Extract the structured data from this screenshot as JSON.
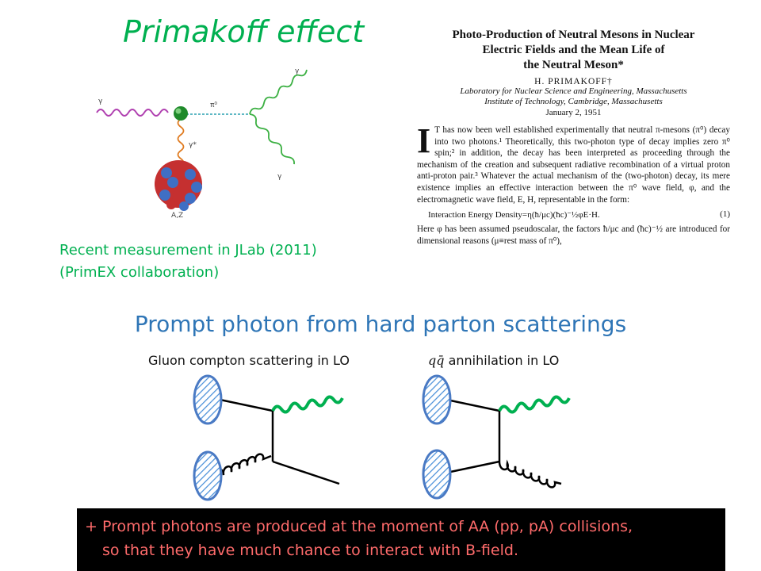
{
  "title": "Primakoff effect",
  "diagram_labels": {
    "gamma_in": "γ",
    "pi0": "π⁰",
    "gamma_out_top": "γ",
    "gamma_out_bottom": "γ",
    "gamma_star": "γ*",
    "nucleus": "A,Z"
  },
  "jlab_note": {
    "line1": "Recent measurement in JLab (2011)",
    "line2": "(PrimEX collaboration)"
  },
  "paper": {
    "title_line1": "Photo-Production of Neutral Mesons in Nuclear",
    "title_line2": "Electric Fields and the Mean Life of",
    "title_line3": "the Neutral Meson*",
    "author": "H. PRIMAKOFF†",
    "affil_line1": "Laboratory for Nuclear Science and Engineering, Massachusetts",
    "affil_line2": "Institute of Technology, Cambridge, Massachusetts",
    "date": "January 2, 1951",
    "dropcap": "I",
    "body": "T has now been well established experimentally that neutral π-mesons (π⁰) decay into two photons.¹ Theoretically, this two-photon type of decay implies zero π⁰ spin;² in addition, the decay has been interpreted as proceeding through the mechanism of the creation and subsequent radiative recombination of a virtual proton anti-proton pair.³ Whatever the actual mechanism of the (two-photon) decay, its mere existence implies an effective interaction between the π⁰ wave field, φ, and the electromagnetic wave field, E, H, representable in the form:",
    "equation": "Interaction Energy Density=η(ħ/μc)(ħc)⁻½φE·H.",
    "equation_number": "(1)",
    "body2": "Here φ has been assumed pseudoscalar, the factors ħ/μc and (ħc)⁻½ are introduced for dimensional reasons (μ≡rest mass of π⁰),"
  },
  "heading": "Prompt photon from hard parton scatterings",
  "gluon_label": "Gluon compton scattering in LO",
  "qq_label": {
    "symbol": "qq̄",
    "text": " annihilation in LO"
  },
  "bottom": {
    "line1": "+ Prompt photons are produced at the moment of AA (pp, pA) collisions,",
    "line2": "so that they have much chance to interact with B-field."
  },
  "colors": {
    "title_green": "#00b050",
    "heading_blue": "#2e75b6",
    "photon_green": "#00b050",
    "bottom_text": "#ff6b6b",
    "proton_fill": "#4a90d9"
  }
}
